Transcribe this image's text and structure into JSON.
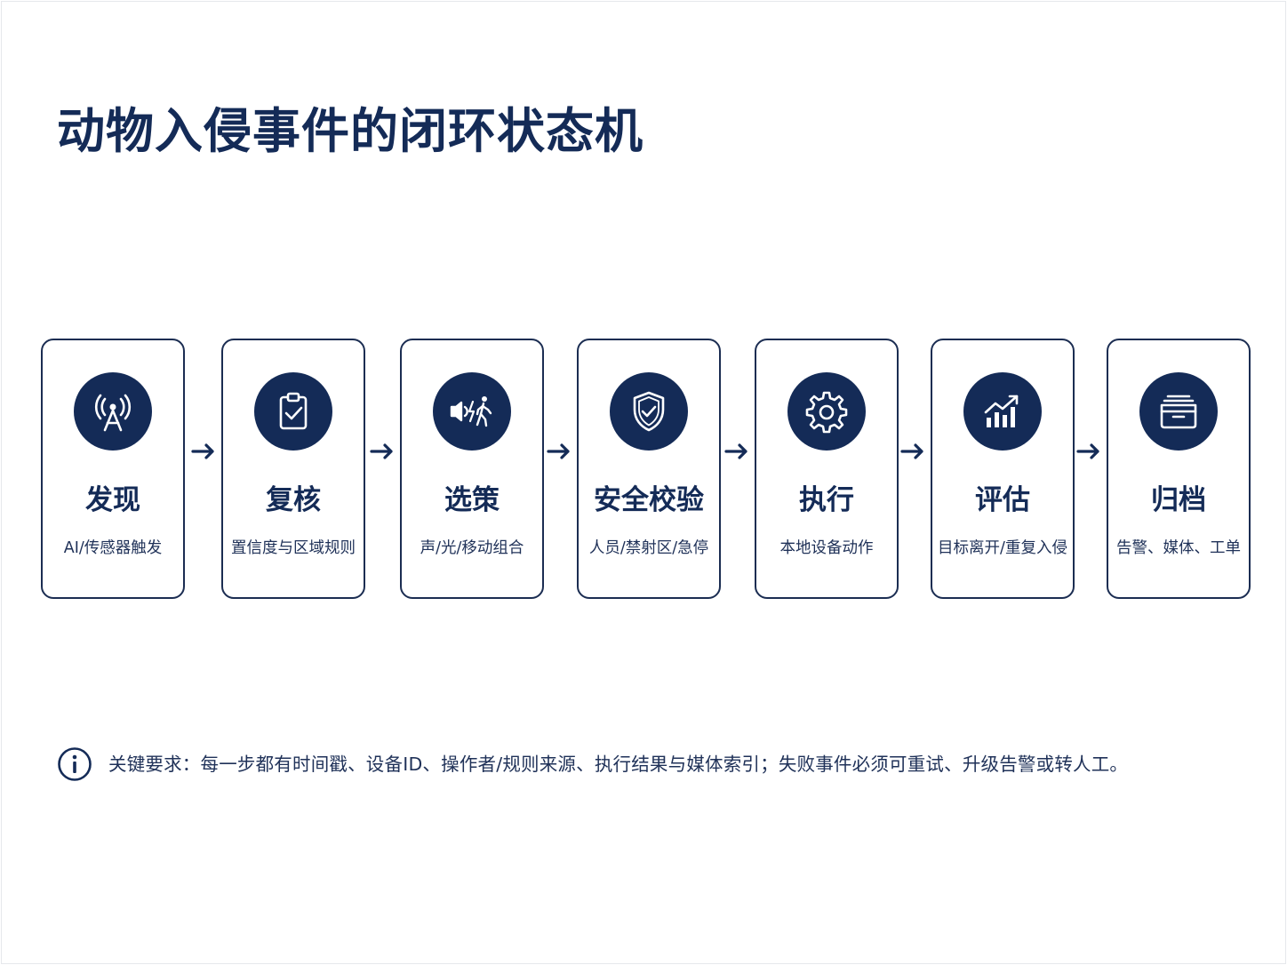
{
  "title": "动物入侵事件的闭环状态机",
  "steps": [
    {
      "title": "发现",
      "desc": "AI/传感器触发",
      "icon": "antenna-icon"
    },
    {
      "title": "复核",
      "desc": "置信度与区域规则",
      "icon": "clipboard-check-icon"
    },
    {
      "title": "选策",
      "desc": "声/光/移动组合",
      "icon": "sound-walking-person-icon"
    },
    {
      "title": "安全校验",
      "desc": "人员/禁射区/急停",
      "icon": "shield-check-icon"
    },
    {
      "title": "执行",
      "desc": "本地设备动作",
      "icon": "gear-icon"
    },
    {
      "title": "评估",
      "desc": "目标离开/重复入侵",
      "icon": "bar-chart-up-icon"
    },
    {
      "title": "归档",
      "desc": "告警、媒体、工单",
      "icon": "archive-box-icon"
    }
  ],
  "note": {
    "icon": "info-icon",
    "text": "关键要求：每一步都有时间戳、设备ID、操作者/规则来源、执行结果与媒体索引；失败事件必须可重试、升级告警或转人工。"
  },
  "colors": {
    "primary": "#142b57",
    "text": "#1f3158",
    "background": "#ffffff"
  }
}
